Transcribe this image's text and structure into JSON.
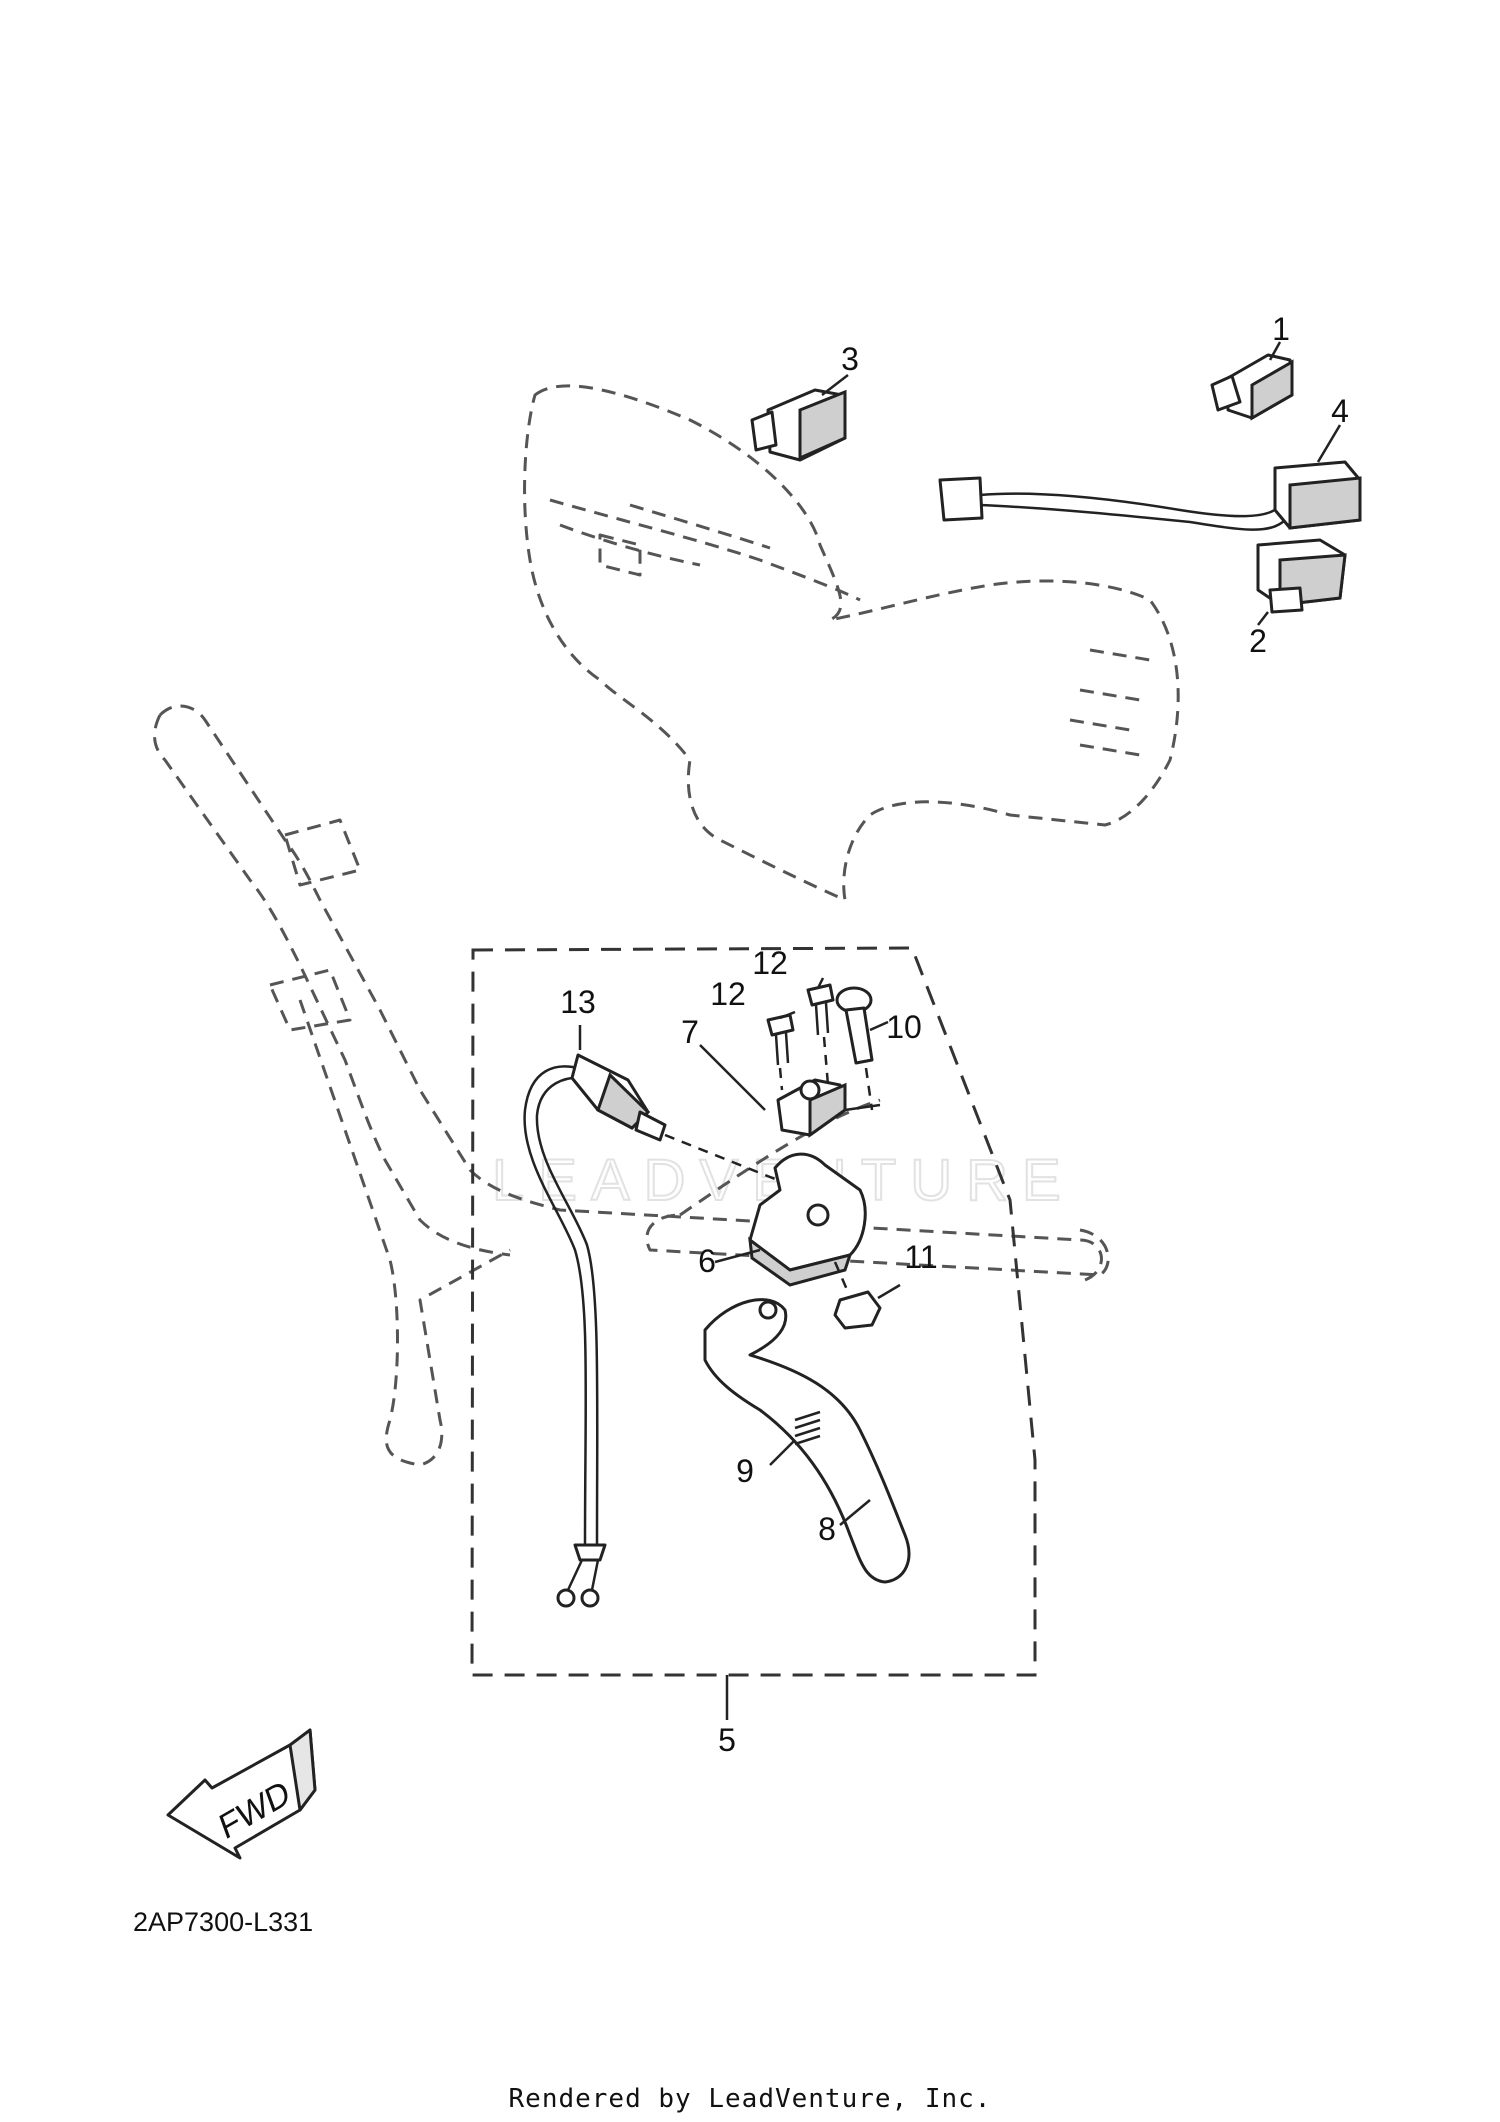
{
  "callouts": {
    "c1": "1",
    "c2": "2",
    "c3": "3",
    "c4": "4",
    "c5": "5",
    "c6": "6",
    "c7": "7",
    "c8": "8",
    "c9": "9",
    "c10": "10",
    "c11": "11",
    "c12a": "12",
    "c12b": "12",
    "c13": "13"
  },
  "direction_label": "FWD",
  "diagram_ref": "2AP7300-L331",
  "watermark": "LEADVENTURE",
  "footer": "Rendered by LeadVenture, Inc."
}
